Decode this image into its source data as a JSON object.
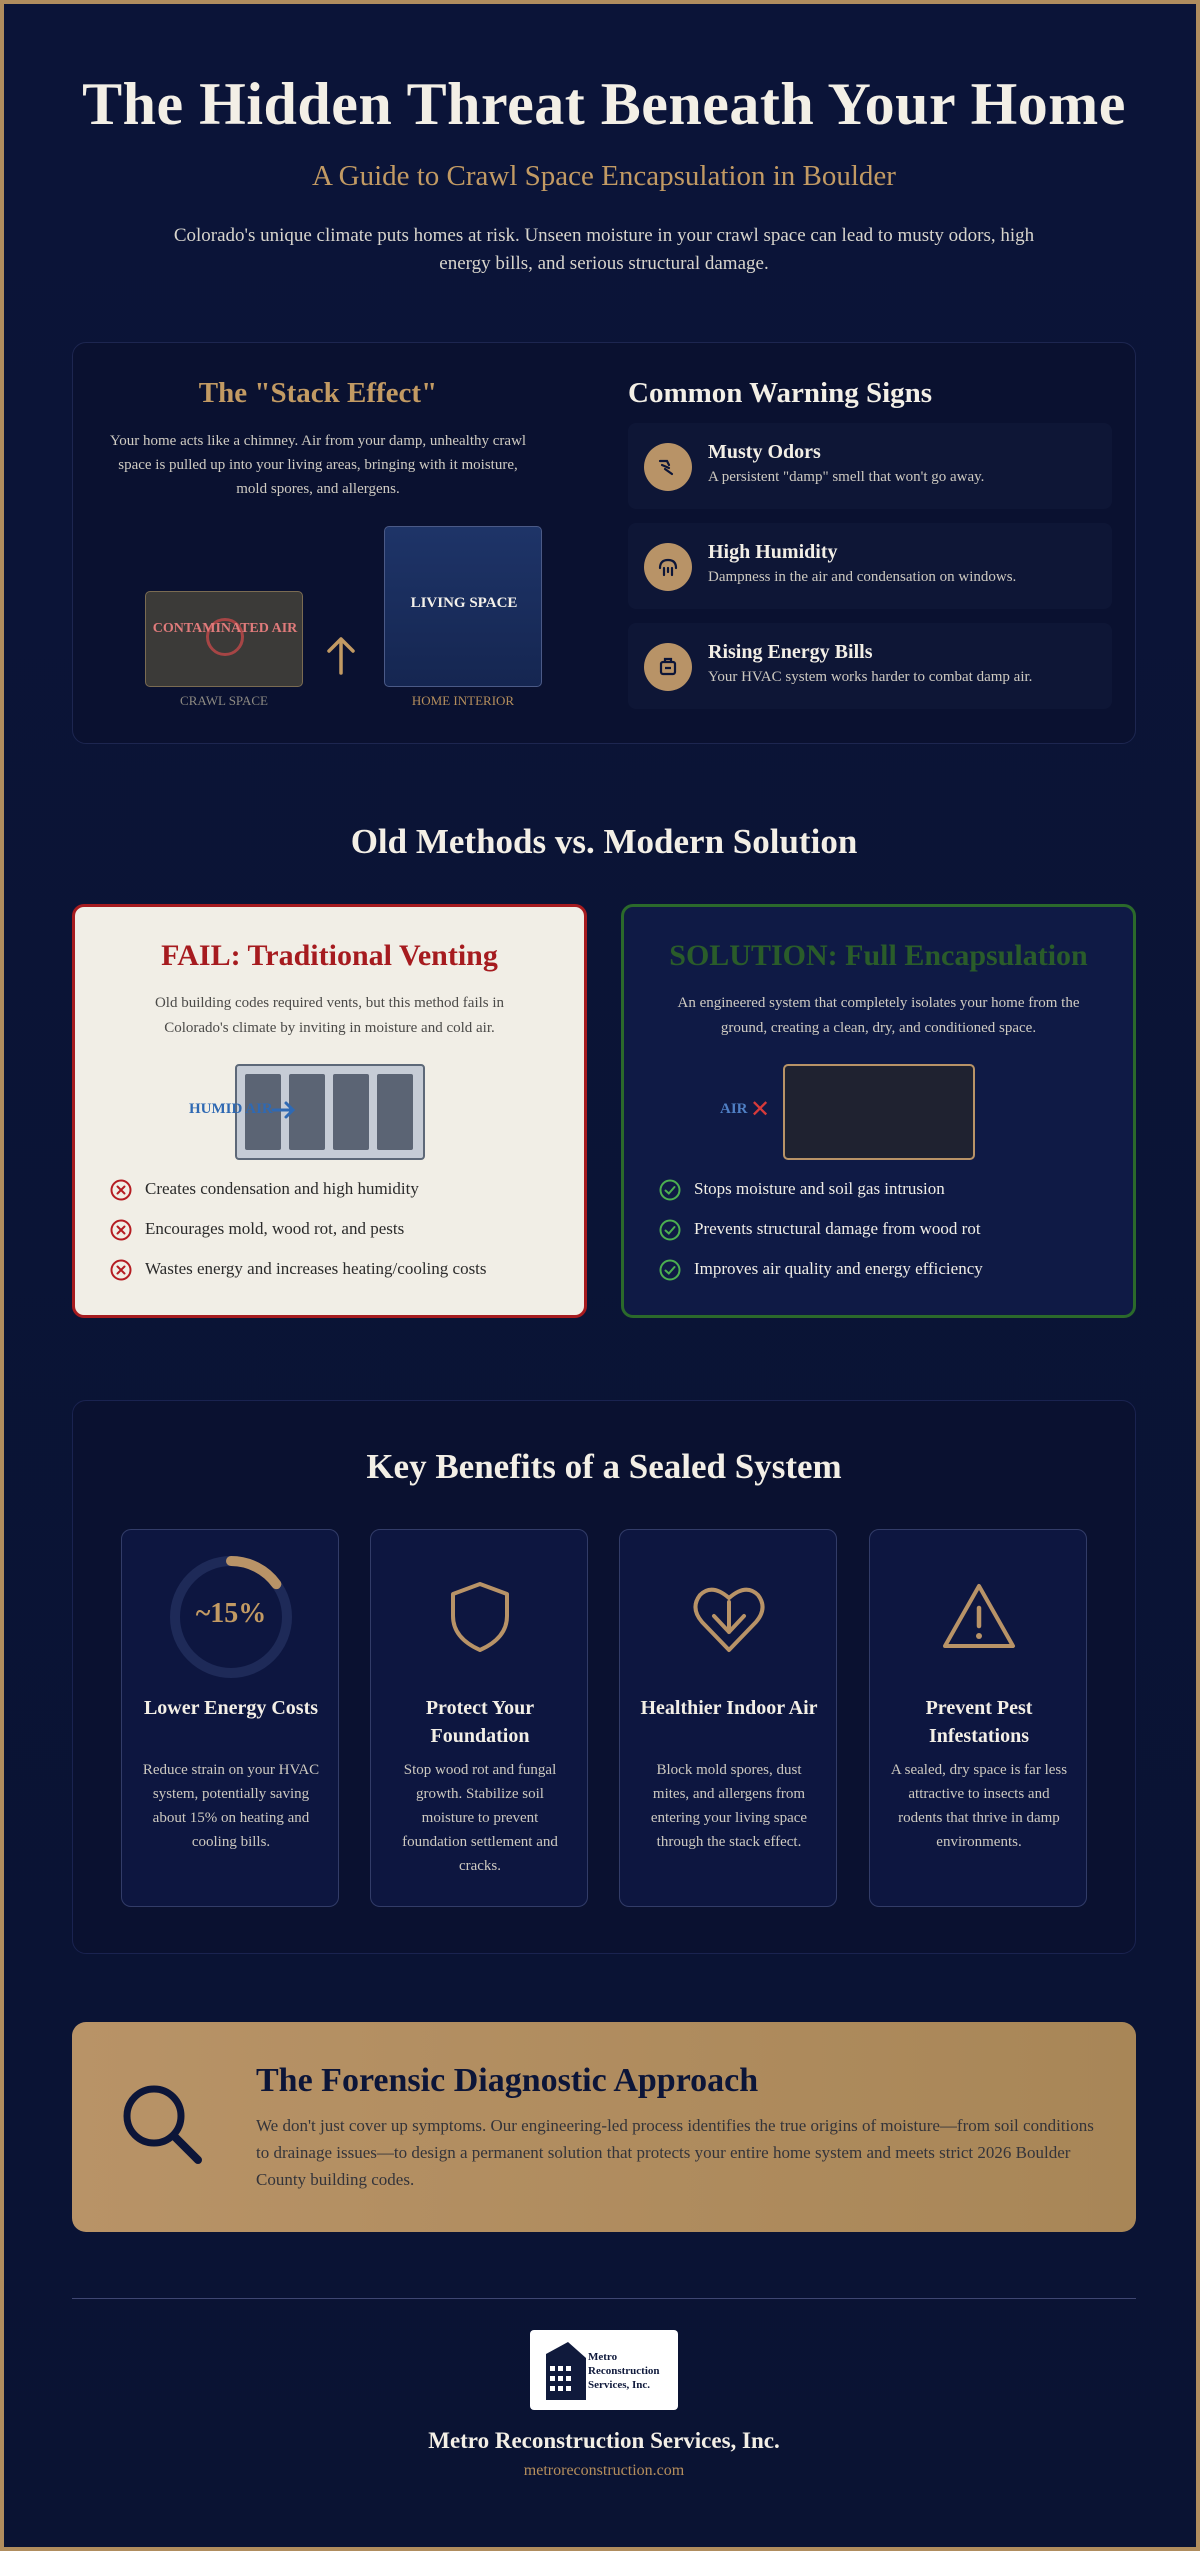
{
  "hero": {
    "title": "The Hidden Threat Beneath Your Home",
    "subtitle": "A Guide to Crawl Space Encapsulation in Boulder",
    "description": "Colorado's unique climate puts homes at risk. Unseen moisture in your crawl space can lead to musty odors, high energy bills, and serious structural damage."
  },
  "stack_effect": {
    "title": "The \"Stack Effect\"",
    "description": "Your home acts like a chimney. Air from your damp, unhealthy crawl space is pulled up into your living areas, bringing with it moisture, mold spores, and allergens.",
    "crawl_box_text": "CONTAMINATED AIR",
    "crawl_label": "CRAWL SPACE",
    "home_box_text": "LIVING SPACE",
    "home_label": "HOME INTERIOR"
  },
  "warning_signs": {
    "title": "Common Warning Signs",
    "items": [
      {
        "icon": "wind-odor-icon",
        "title": "Musty Odors",
        "text": "A persistent \"damp\" smell that won't go away."
      },
      {
        "icon": "humidity-icon",
        "title": "High Humidity",
        "text": "Dampness in the air and condensation on windows."
      },
      {
        "icon": "energy-bill-icon",
        "title": "Rising Energy Bills",
        "text": "Your HVAC system works harder to combat damp air."
      }
    ]
  },
  "comparison": {
    "title": "Old Methods vs. Modern Solution",
    "fail": {
      "title": "FAIL: Traditional Venting",
      "description": "Old building codes required vents, but this method fails in Colorado's climate by inviting in moisture and cold air.",
      "diagram_label": "HUMID AIR",
      "bullets": [
        "Creates condensation and high humidity",
        "Encourages mold, wood rot, and pests",
        "Wastes energy and increases heating/cooling costs"
      ]
    },
    "solution": {
      "title": "SOLUTION: Full Encapsulation",
      "description": "An engineered system that completely isolates your home from the ground, creating a clean, dry, and conditioned space.",
      "diagram_label": "AIR",
      "bullets": [
        "Stops moisture and soil gas intrusion",
        "Prevents structural damage from wood rot",
        "Improves air quality and energy efficiency"
      ]
    }
  },
  "benefits": {
    "title": "Key Benefits of a Sealed System",
    "items": [
      {
        "icon": "savings-gauge-icon",
        "stat": "~15%",
        "stat_fraction": 0.15,
        "title": "Lower Energy Costs",
        "text": "Reduce strain on your HVAC system, potentially saving about 15% on heating and cooling bills."
      },
      {
        "icon": "shield-icon",
        "title": "Protect Your Foundation",
        "text": "Stop wood rot and fungal growth. Stabilize soil moisture to prevent foundation settlement and cracks."
      },
      {
        "icon": "heart-icon",
        "title": "Healthier Indoor Air",
        "text": "Block mold spores, dust mites, and allergens from entering your living space through the stack effect."
      },
      {
        "icon": "warning-triangle-icon",
        "title": "Prevent Pest Infestations",
        "text": "A sealed, dry space is far less attractive to insects and rodents that thrive in damp environments."
      }
    ]
  },
  "forensic": {
    "title": "The Forensic Diagnostic Approach",
    "text": "We don't just cover up symptoms. Our engineering-led process identifies the true origins of moisture—from soil conditions to drainage issues—to design a permanent solution that protects your entire home system and meets strict 2026 Boulder County building codes."
  },
  "footer": {
    "logo_text": "Metro Reconstruction Services, Inc.",
    "company": "Metro Reconstruction Services, Inc.",
    "website": "metroreconstruction.com"
  },
  "colors": {
    "background": "#0c1538",
    "accent_gold": "#c29a63",
    "fail_red": "#a61b1f",
    "success_green": "#2b6a2b"
  }
}
